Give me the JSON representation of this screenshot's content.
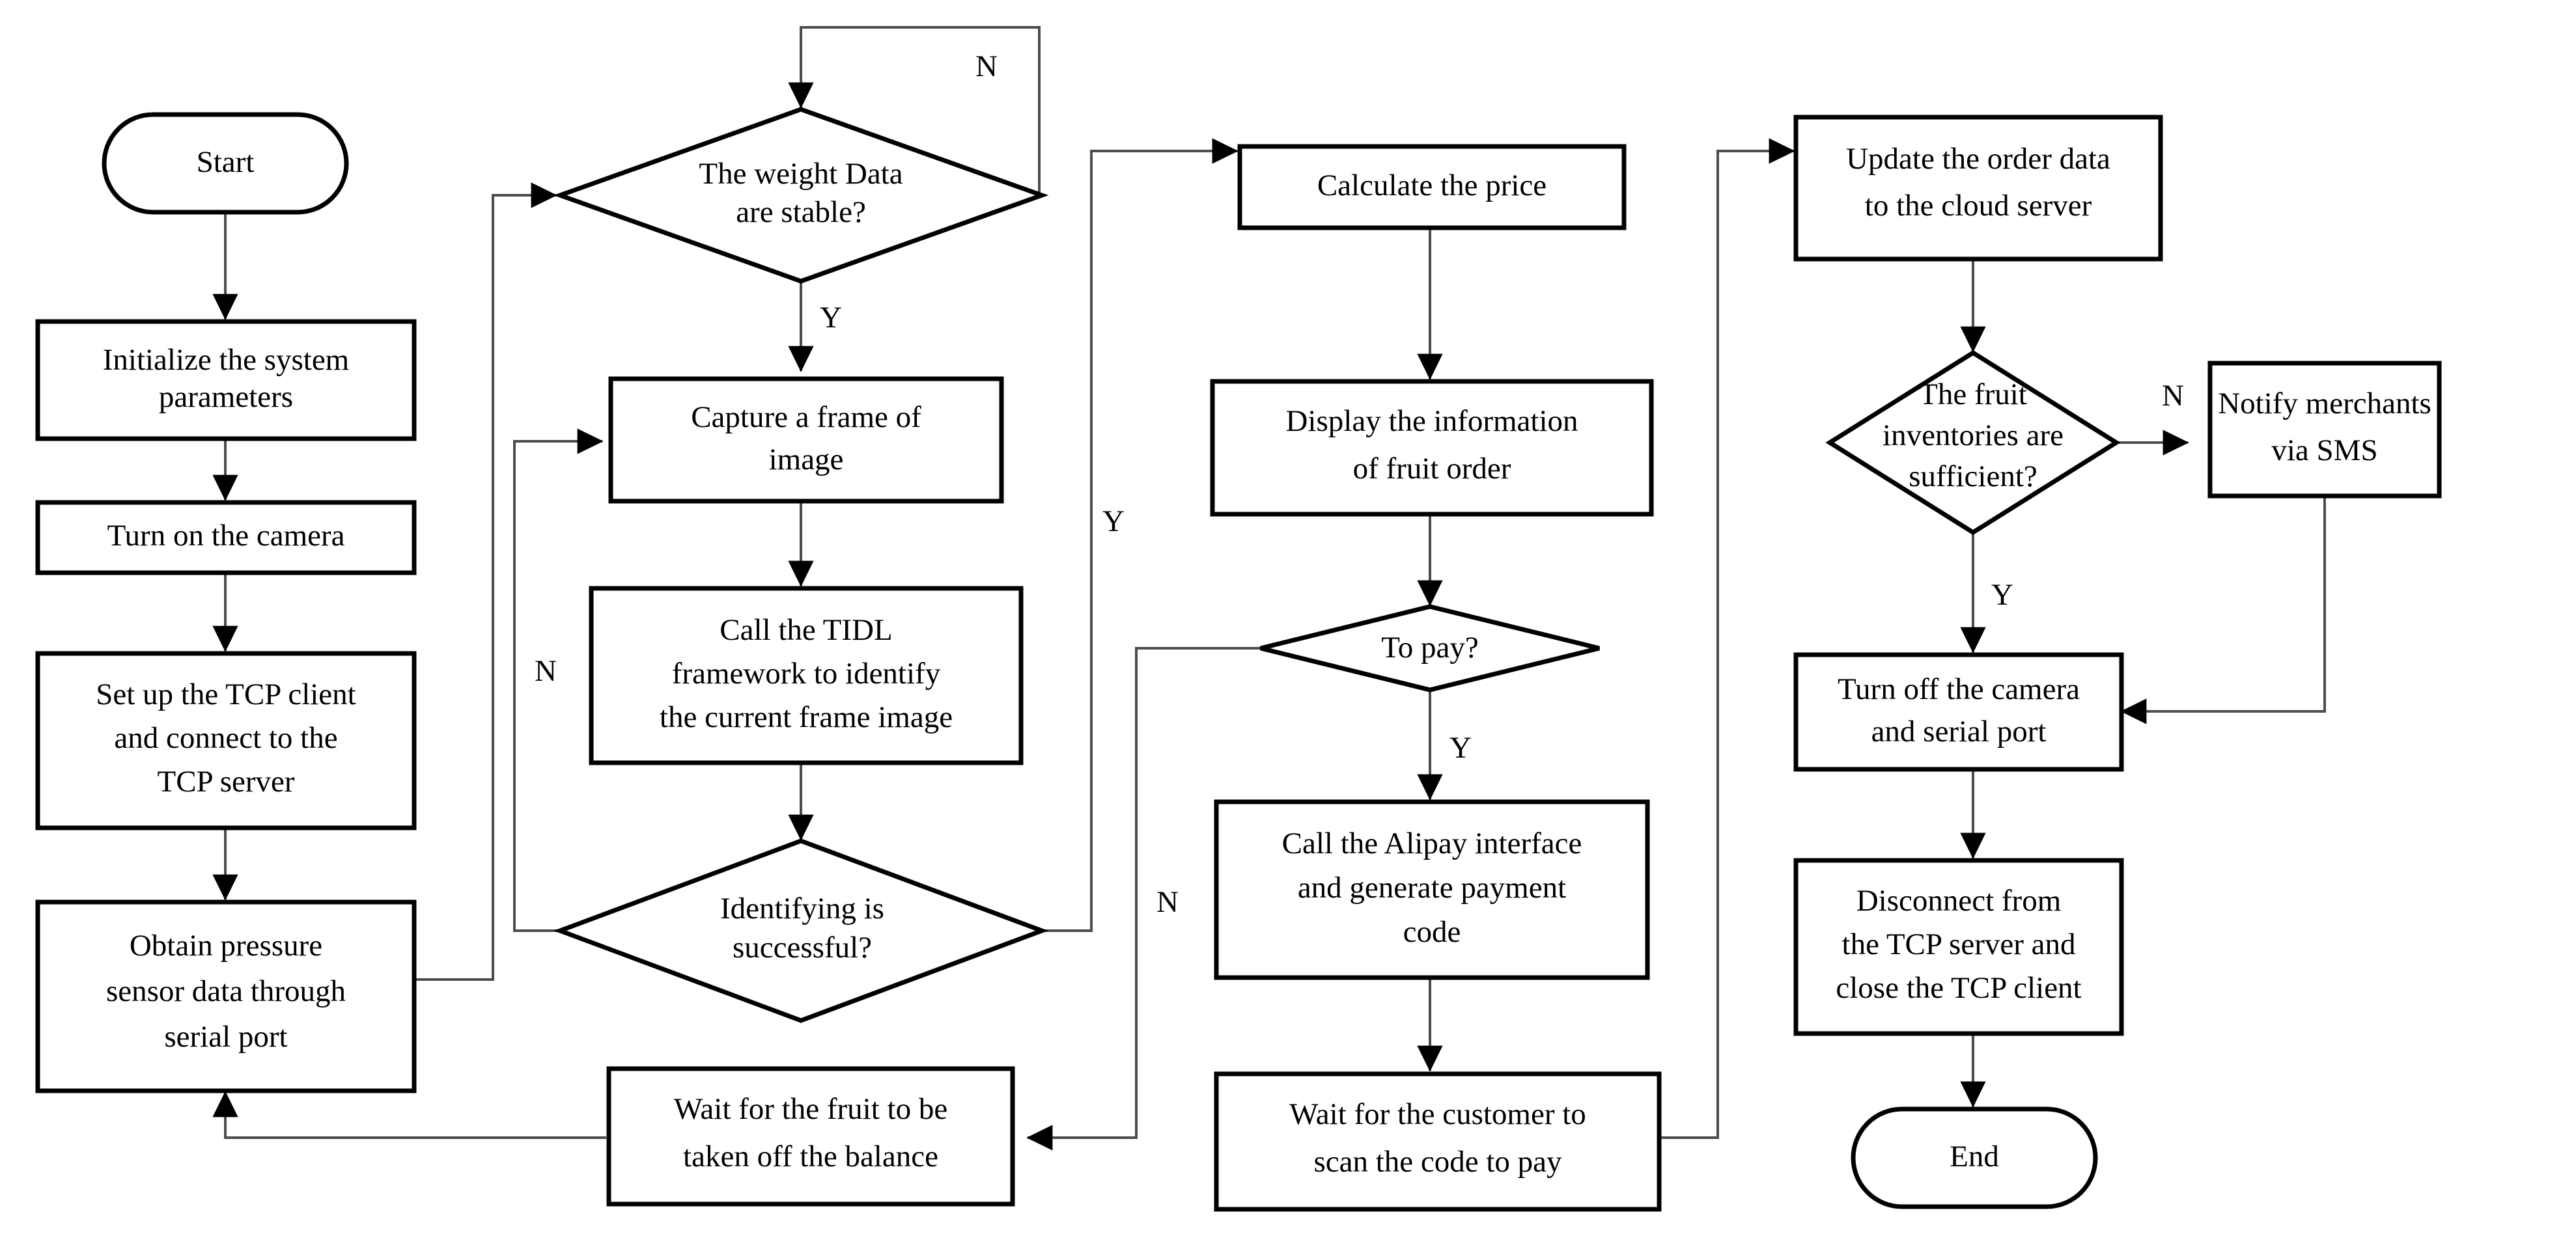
{
  "diagram": {
    "title": "Fruit self-service weighing and payment system flowchart",
    "colors": {
      "node_stroke": "#000000",
      "node_fill": "#ffffff",
      "connector": "#4d4d4d",
      "text": "#000000",
      "background": "#ffffff"
    },
    "nodes": [
      {
        "id": "start",
        "type": "terminator",
        "label": "Start"
      },
      {
        "id": "init",
        "type": "process",
        "label_lines": [
          "Initialize the system",
          "parameters"
        ]
      },
      {
        "id": "camera_on",
        "type": "process",
        "label_lines": [
          "Turn on the camera"
        ]
      },
      {
        "id": "tcp_setup",
        "type": "process",
        "label_lines": [
          "Set up the TCP client",
          "and connect to the",
          "TCP server"
        ]
      },
      {
        "id": "pressure",
        "type": "process",
        "label_lines": [
          "Obtain pressure",
          "sensor data through",
          "serial port"
        ]
      },
      {
        "id": "weight_stable",
        "type": "decision",
        "label_lines": [
          "The weight Data",
          "are stable?"
        ]
      },
      {
        "id": "capture_frame",
        "type": "process",
        "label_lines": [
          "Capture a frame of",
          "image"
        ]
      },
      {
        "id": "tidl",
        "type": "process",
        "label_lines": [
          "Call the TIDL",
          "framework to identify",
          "the current frame image"
        ]
      },
      {
        "id": "identify_ok",
        "type": "decision",
        "label_lines": [
          "Identifying  is",
          "successful?"
        ]
      },
      {
        "id": "calc_price",
        "type": "process",
        "label_lines": [
          "Calculate the price"
        ]
      },
      {
        "id": "display_order",
        "type": "process",
        "label_lines": [
          "Display the information",
          "of fruit order"
        ]
      },
      {
        "id": "to_pay",
        "type": "decision",
        "label_lines": [
          "To pay?"
        ]
      },
      {
        "id": "alipay",
        "type": "process",
        "label_lines": [
          "Call the  Alipay interface",
          "and generate payment",
          "code"
        ]
      },
      {
        "id": "wait_scan",
        "type": "process",
        "label_lines": [
          "Wait for the customer to",
          "scan the code to pay"
        ]
      },
      {
        "id": "wait_fruit_off",
        "type": "process",
        "label_lines": [
          "Wait for the fruit to be",
          "taken off the balance"
        ]
      },
      {
        "id": "update_order",
        "type": "process",
        "label_lines": [
          "Update the order data",
          "to the cloud server"
        ]
      },
      {
        "id": "inventory_ok",
        "type": "decision",
        "label_lines": [
          "The fruit",
          "inventories are",
          "sufficient?"
        ]
      },
      {
        "id": "notify_sms",
        "type": "process",
        "label_lines": [
          "Notify merchants",
          "via SMS"
        ]
      },
      {
        "id": "camera_off",
        "type": "process",
        "label_lines": [
          "Turn off the camera",
          "and serial port"
        ]
      },
      {
        "id": "disconnect",
        "type": "process",
        "label_lines": [
          "Disconnect from",
          "the TCP server and",
          "close the TCP client"
        ]
      },
      {
        "id": "end",
        "type": "terminator",
        "label": "End"
      }
    ],
    "edge_labels": [
      {
        "id": "weight_no",
        "text": "N"
      },
      {
        "id": "weight_yes",
        "text": "Y"
      },
      {
        "id": "identify_no",
        "text": "N"
      },
      {
        "id": "identify_yes",
        "text": "Y"
      },
      {
        "id": "topay_no",
        "text": "N"
      },
      {
        "id": "topay_yes",
        "text": "Y"
      },
      {
        "id": "inventory_no",
        "text": "N"
      },
      {
        "id": "inventory_yes",
        "text": "Y"
      }
    ]
  }
}
